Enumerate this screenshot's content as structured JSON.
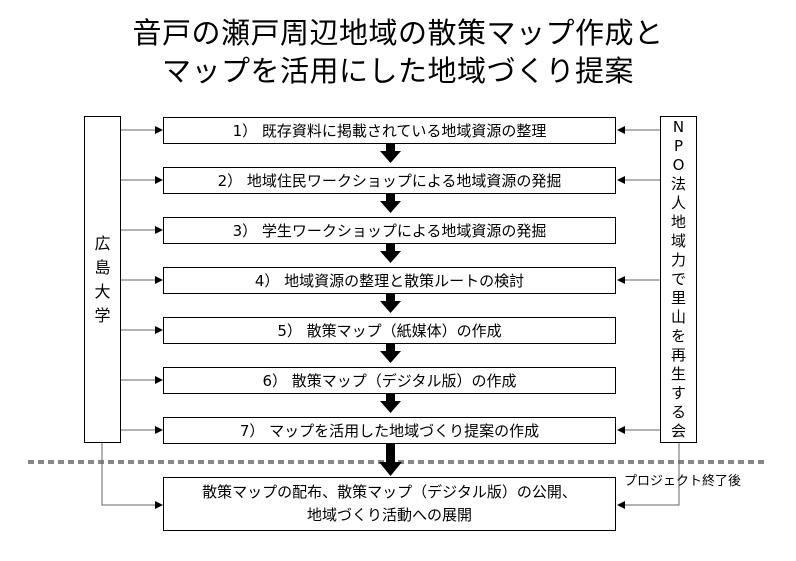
{
  "title": {
    "line1": "音戸の瀬戸周辺地域の散策マップ作成と",
    "line2": "マップを活用にした地域づくり提案"
  },
  "left_org": "広島大学",
  "right_org": "NPO法人地域力で里山を再生する会",
  "steps": [
    "1） 既存資料に掲載されている地域資源の整理",
    "2） 地域住民ワークショップによる地域資源の発掘",
    "3） 学生ワークショップによる地域資源の発掘",
    "4） 地域資源の整理と散策ルートの検討",
    "5） 散策マップ（紙媒体）の作成",
    "6） 散策マップ（デジタル版）の作成",
    "7） マップを活用した地域づくり提案の作成"
  ],
  "after_project_label": "プロジェクト終了後",
  "final_step": {
    "line1": "散策マップの配布、散策マップ（デジタル版）の公開、",
    "line2": "地域づくり活動への展開"
  }
}
